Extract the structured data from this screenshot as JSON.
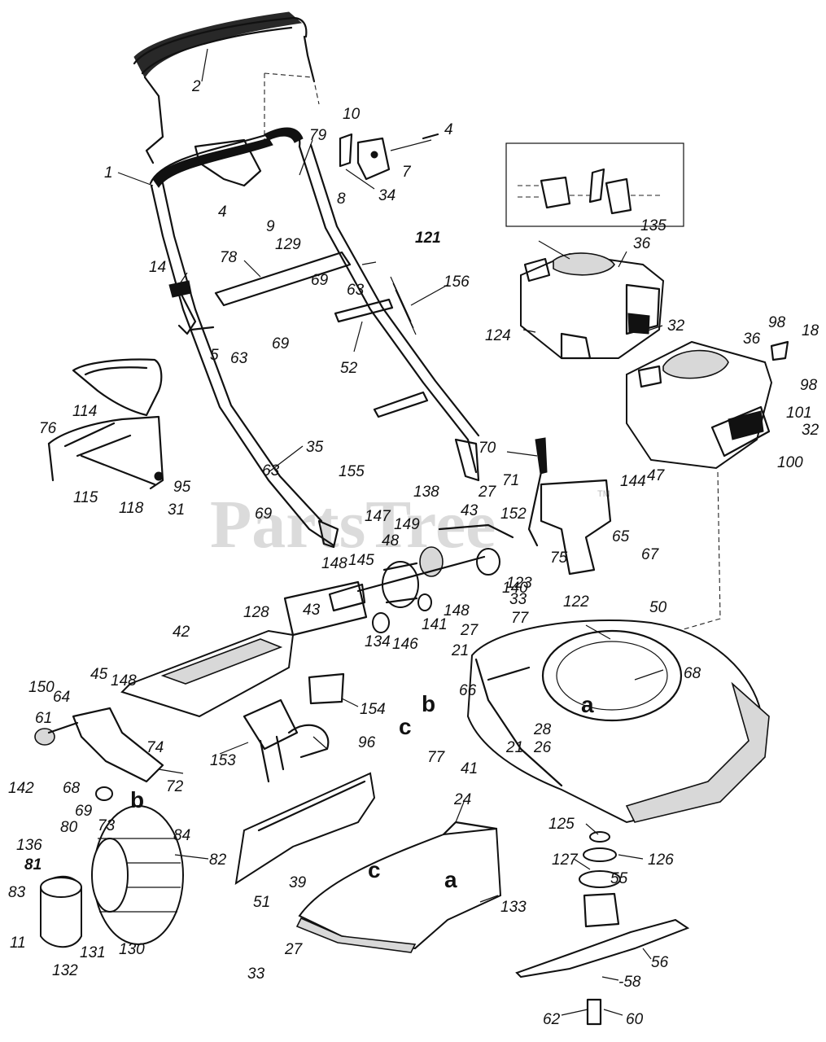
{
  "watermark": {
    "text": "PartsTree",
    "trademark": "TM"
  },
  "callouts": {
    "c1": "1",
    "c2": "2",
    "c4a": "4",
    "c4b": "4",
    "c5": "5",
    "c7": "7",
    "c8": "8",
    "c9": "9",
    "c10": "10",
    "c11": "11",
    "c14": "14",
    "c18": "18",
    "c21a": "21",
    "c21b": "21",
    "c24": "24",
    "c26": "26",
    "c27a": "27",
    "c27b": "27",
    "c27c": "27",
    "c28": "28",
    "c31": "31",
    "c32a": "32",
    "c32b": "32",
    "c33a": "33",
    "c33b": "33",
    "c34": "34",
    "c35": "35",
    "c36a": "36",
    "c36b": "36",
    "c39": "39",
    "c41": "41",
    "c42": "42",
    "c43a": "43",
    "c43b": "43",
    "c45": "45",
    "c47": "47",
    "c48": "48",
    "c50": "50",
    "c51": "51",
    "c52": "52",
    "c55": "55",
    "c56": "56",
    "c58": "-58",
    "c60": "60",
    "c61": "61",
    "c62": "62",
    "c63a": "63",
    "c63b": "63",
    "c63c": "63",
    "c64": "64",
    "c65": "65",
    "c66": "66",
    "c67": "67",
    "c68a": "68",
    "c68b": "68",
    "c69a": "69",
    "c69b": "69",
    "c69c": "69",
    "c69d": "69",
    "c70": "70",
    "c71": "71",
    "c72": "72",
    "c73": "73",
    "c74": "74",
    "c75": "75",
    "c76": "76",
    "c77a": "77",
    "c77b": "77",
    "c78": "78",
    "c79": "79",
    "c80": "80",
    "c81": "81",
    "c82": "82",
    "c83": "83",
    "c84": "84",
    "c95": "95",
    "c96": "96",
    "c98a": "98",
    "c98b": "98",
    "c100": "100",
    "c101": "101",
    "c114": "114",
    "c115": "115",
    "c118": "118",
    "c121": "121",
    "c122": "122",
    "c123": "123",
    "c124": "124",
    "c125": "125",
    "c126": "126",
    "c127": "127",
    "c128": "128",
    "c129": "129",
    "c130": "130",
    "c131": "131",
    "c132": "132",
    "c133": "133",
    "c134": "134",
    "c135": "135",
    "c136": "136",
    "c138": "138",
    "c140": "140",
    "c141": "141",
    "c142": "142",
    "c144": "144",
    "c145": "145",
    "c146": "146",
    "c147": "147",
    "c148a": "148",
    "c148b": "148",
    "c148c": "148",
    "c149": "149",
    "c150": "150",
    "c152": "152",
    "c153": "153",
    "c154": "154",
    "c155": "155",
    "c156": "156"
  },
  "reference_letters": {
    "a_deck": "a",
    "b_deck": "b",
    "c_deck": "c",
    "b_wheel": "b",
    "c_chute": "c",
    "a_chute": "a"
  }
}
